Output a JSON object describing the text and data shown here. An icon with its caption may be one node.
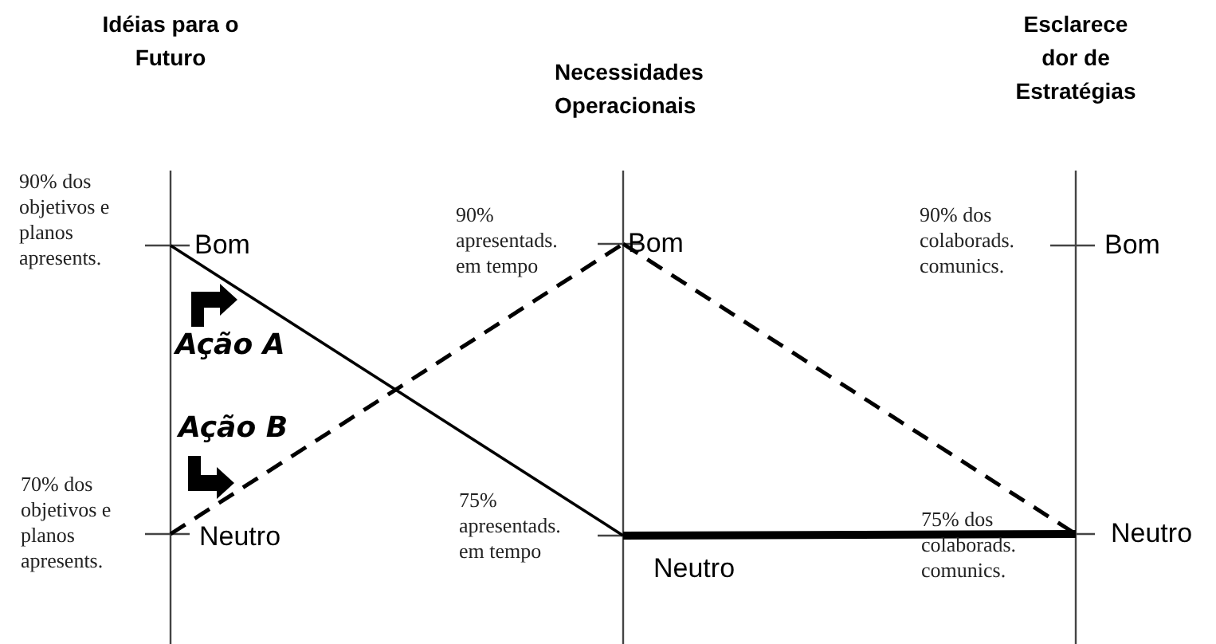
{
  "diagram": {
    "nodes": [
      {
        "text": [
          "Bom"
        ]
      },
      {
        "text": [
          "Neutro"
        ]
      },
      {
        "text": [
          "Bom"
        ]
      },
      {
        "text": [
          "Neutro"
        ]
      },
      {
        "text": [
          "Bom"
        ]
      },
      {
        "text": [
          "Neutro"
        ]
      }
    ],
    "edges": [
      {
        "from": 0,
        "to": 3,
        "arrow": "none"
      },
      {
        "from": 3,
        "to": 5,
        "arrow": "none",
        "style": "thick"
      },
      {
        "from": 1,
        "to": 2,
        "arrow": "none",
        "style": "dashed"
      },
      {
        "from": 2,
        "to": 5,
        "arrow": "none",
        "style": "dashed"
      }
    ],
    "labels": [
      "Idéias para o Futuro",
      "Necessidades Operacionais",
      "Esclarece dor de Estratégias",
      "90% dos objetivos e planos apresents.",
      "90% apresentads. em tempo",
      "90% dos colaborads. comunics.",
      "Ação A",
      "Ação B",
      "70% dos objetivos e planos apresents.",
      "75% apresentads. em tempo",
      "75% dos colaborads. comunics."
    ]
  }
}
